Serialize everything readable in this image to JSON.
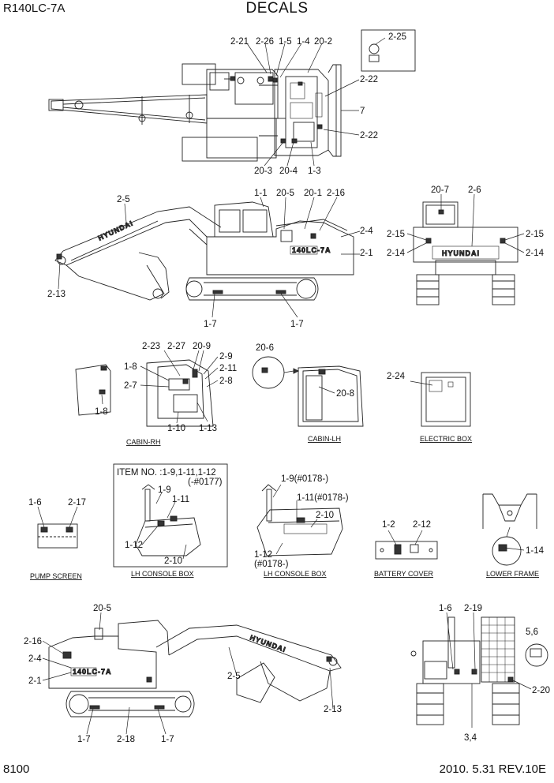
{
  "header": {
    "model": "R140LC-7A",
    "title": "DECALS"
  },
  "footer": {
    "page": "8100",
    "revision": "2010. 5.31  REV.10E"
  },
  "views": {
    "top": [
      "2-21",
      "2-26",
      "1-5",
      "1-4",
      "20-2",
      "2-25",
      "2-22",
      "7",
      "2-22",
      "20-3",
      "20-4",
      "1-3"
    ],
    "side_right": [
      "2-5",
      "1-1",
      "20-5",
      "20-1",
      "2-16",
      "2-4",
      "2-1",
      "2-13",
      "1-7",
      "1-7"
    ],
    "rear": [
      "20-7",
      "2-6",
      "2-15",
      "2-14",
      "2-15",
      "2-14"
    ],
    "cabin_rh": [
      "2-23",
      "2-27",
      "20-9",
      "1-8",
      "2-9",
      "2-11",
      "2-7",
      "2-8",
      "1-8",
      "1-10",
      "1-13"
    ],
    "cabin_lh": [
      "20-6",
      "20-8"
    ],
    "electric_box": [
      "2-24"
    ],
    "pump_screen": [
      "1-6",
      "2-17"
    ],
    "lh_console_a": [
      "ITEM NO. :1-9,1-11,1-12",
      "(-#0177)",
      "1-9",
      "1-11",
      "1-12",
      "2-10"
    ],
    "lh_console_b": [
      "1-9(#0178-)",
      "1-11(#0178-)",
      "2-10",
      "1-12",
      "(#0178-)"
    ],
    "battery_cover": [
      "1-2",
      "2-12"
    ],
    "lower_frame": [
      "1-14"
    ],
    "side_left": [
      "20-5",
      "2-16",
      "2-4",
      "2-1",
      "2-5",
      "2-13",
      "1-7",
      "2-18",
      "1-7"
    ],
    "rear_detail": [
      "1-6",
      "2-19",
      "5,6",
      "2-20",
      "3,4"
    ]
  },
  "captions": {
    "cabin_rh": "CABIN-RH",
    "cabin_lh": "CABIN-LH",
    "electric_box": "ELECTRIC BOX",
    "pump_screen": "PUMP SCREEN",
    "lh_console_a": "LH CONSOLE BOX",
    "lh_console_b": "LH CONSOLE BOX",
    "battery_cover": "BATTERY COVER",
    "lower_frame": "LOWER FRAME"
  },
  "brand_marks": {
    "boom": "HYUNDAI",
    "counterweight": "HYUNDAI",
    "side_model": "140LC-7A"
  }
}
